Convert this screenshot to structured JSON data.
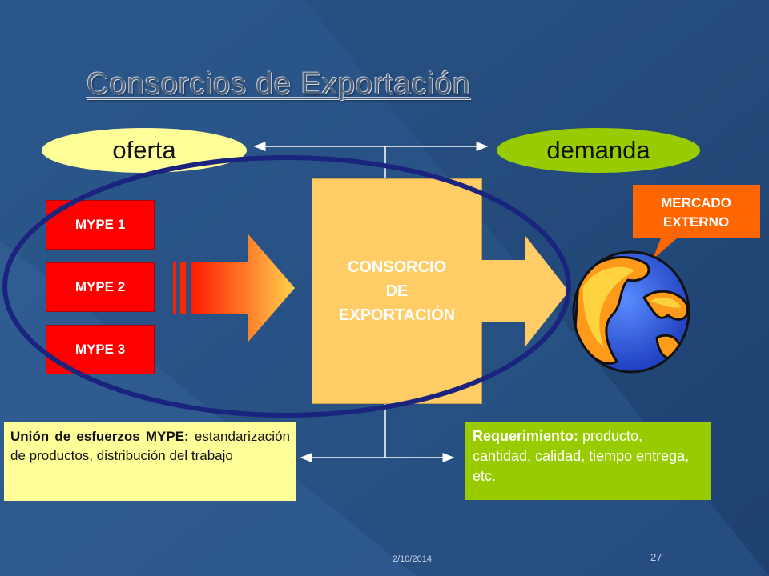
{
  "slide": {
    "title": "Consorcios de Exportación",
    "oferta_label": "oferta",
    "demanda_label": "demanda",
    "mype_boxes": [
      "MYPE 1",
      "MYPE 2",
      "MYPE 3"
    ],
    "consorcio_lines": [
      "CONSORCIO",
      "DE",
      "EXPORTACIÓN"
    ],
    "callout_lines": [
      "MERCADO",
      "EXTERNO"
    ],
    "union_box": {
      "lead": "Unión de esfuerzos MYPE:",
      "body": " estandarización de productos, distribución del trabajo"
    },
    "requirement_box": {
      "lead": "Requerimiento:",
      "body": " producto, cantidad, calidad, tiempo entrega, etc."
    },
    "footer": {
      "date": "2/10/2014",
      "page": "27"
    }
  },
  "colors": {
    "background": "#234a78",
    "mype_red": "#ff0000",
    "consorcio_fill": "#ffcc66",
    "oferta_fill": "#ffff99",
    "demanda_fill": "#99cc00",
    "callout_fill": "#ff6600",
    "group_ellipse": "#1a237e"
  },
  "icons": [
    "double-arrow-icon",
    "block-arrow-icon",
    "globe-icon"
  ]
}
